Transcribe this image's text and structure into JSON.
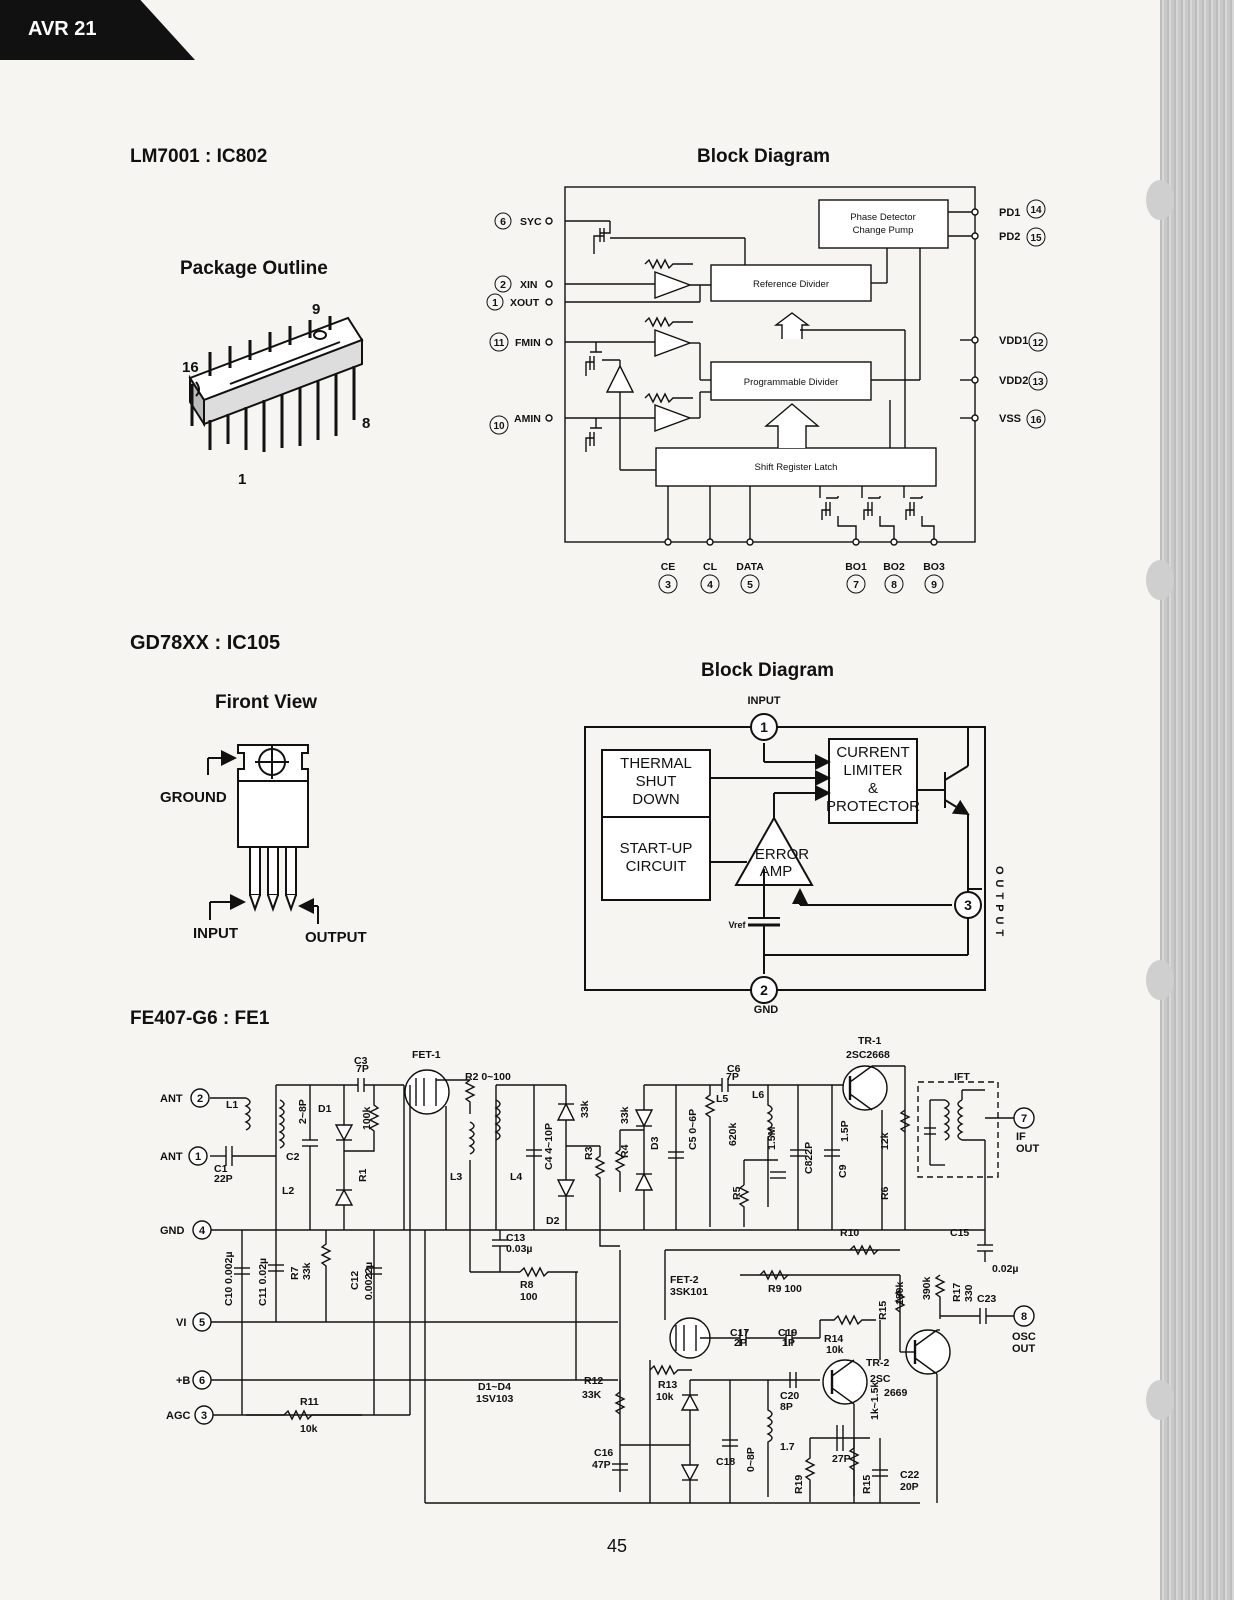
{
  "header": {
    "tab_label": "AVR 21"
  },
  "lm7001": {
    "title": "LM7001 : IC802",
    "block_title": "Block Diagram",
    "package_title": "Package Outline",
    "package_pins": {
      "p9": "9",
      "p16": "16",
      "p8": "8",
      "p1": "1"
    },
    "blocks": {
      "phase_detector": [
        "Phase Detector",
        "Change Pump"
      ],
      "reference_divider": "Reference Divider",
      "programmable_divider": "Programmable Divider",
      "shift_register": "Shift Register Latch"
    },
    "left_pins": [
      {
        "num": "6",
        "name": "SYC"
      },
      {
        "num": "2",
        "name": "XIN"
      },
      {
        "num": "1",
        "name": "XOUT"
      },
      {
        "num": "11",
        "name": "FMIN"
      },
      {
        "num": "10",
        "name": "AMIN"
      }
    ],
    "right_pins": [
      {
        "num": "14",
        "name": "PD1"
      },
      {
        "num": "15",
        "name": "PD2"
      },
      {
        "num": "12",
        "name": "VDD1"
      },
      {
        "num": "13",
        "name": "VDD2"
      },
      {
        "num": "16",
        "name": "VSS"
      }
    ],
    "bottom_pins": [
      {
        "num": "3",
        "name": "CE"
      },
      {
        "num": "4",
        "name": "CL"
      },
      {
        "num": "5",
        "name": "DATA"
      },
      {
        "num": "7",
        "name": "BO1"
      },
      {
        "num": "8",
        "name": "BO2"
      },
      {
        "num": "9",
        "name": "BO3"
      }
    ]
  },
  "gd78xx": {
    "title": "GD78XX : IC105",
    "front_title": "Firont View",
    "block_title": "Block Diagram",
    "labels": {
      "ground": "GROUND",
      "input": "INPUT",
      "output": "OUTPUT"
    },
    "blocks": {
      "thermal": [
        "THERMAL",
        "SHUT",
        "DOWN"
      ],
      "startup": [
        "START-UP",
        "CIRCUIT"
      ],
      "current": [
        "CURRENT",
        "LIMITER",
        "&",
        "PROTECTOR"
      ],
      "error": [
        "ERROR",
        "AMP"
      ]
    },
    "pins": {
      "input": "INPUT",
      "in_num": "1",
      "gnd": "GND",
      "gnd_num": "2",
      "out_num": "3",
      "output_vertical": "OUTPUT",
      "vref": "Vref"
    }
  },
  "fe407": {
    "title": "FE407-G6 : FE1",
    "terminals": [
      {
        "label": "ANT",
        "num": "2"
      },
      {
        "label": "ANT",
        "num": "1"
      },
      {
        "label": "GND",
        "num": "4"
      },
      {
        "label": "VI",
        "num": "5"
      },
      {
        "label": "+B",
        "num": "6"
      },
      {
        "label": "AGC",
        "num": "3"
      }
    ],
    "right_terminals": [
      {
        "label": [
          "IF",
          "OUT"
        ],
        "num": "7"
      },
      {
        "label": [
          "OSC",
          "OUT"
        ],
        "num": "8"
      }
    ],
    "components": [
      {
        "t": "L1"
      },
      {
        "t": "C1"
      },
      {
        "t": "22P"
      },
      {
        "t": "L2"
      },
      {
        "t": "C2"
      },
      {
        "t": "2~8P"
      },
      {
        "t": "C3"
      },
      {
        "t": "7P"
      },
      {
        "t": "D1"
      },
      {
        "t": "100k"
      },
      {
        "t": "R1"
      },
      {
        "t": "FET-1"
      },
      {
        "t": "R2 0~100"
      },
      {
        "t": "L3"
      },
      {
        "t": "L4"
      },
      {
        "t": "C4 4~10P"
      },
      {
        "t": "R3"
      },
      {
        "t": "33k"
      },
      {
        "t": "D2"
      },
      {
        "t": "C13"
      },
      {
        "t": "0.03µ"
      },
      {
        "t": "R8"
      },
      {
        "t": "100"
      },
      {
        "t": "R4"
      },
      {
        "t": "33k"
      },
      {
        "t": "D3"
      },
      {
        "t": "C5 0~6P"
      },
      {
        "t": "C6"
      },
      {
        "t": "7P"
      },
      {
        "t": "L5"
      },
      {
        "t": "L6"
      },
      {
        "t": "620k"
      },
      {
        "t": "1.5M"
      },
      {
        "t": "R5"
      },
      {
        "t": "C822P"
      },
      {
        "t": "C9"
      },
      {
        "t": "1.5P"
      },
      {
        "t": "TR-1"
      },
      {
        "t": "2SC2668"
      },
      {
        "t": "12k"
      },
      {
        "t": "R6"
      },
      {
        "t": "IFT"
      },
      {
        "t": "R10"
      },
      {
        "t": "C15"
      },
      {
        "t": "0.02µ"
      },
      {
        "t": "FET-2"
      },
      {
        "t": "3SK101"
      },
      {
        "t": "R9 100"
      },
      {
        "t": "R15"
      },
      {
        "t": "180k"
      },
      {
        "t": "390k"
      },
      {
        "t": "R17"
      },
      {
        "t": "330"
      },
      {
        "t": "C23"
      },
      {
        "t": "C17"
      },
      {
        "t": "2P"
      },
      {
        "t": "C19"
      },
      {
        "t": "1P"
      },
      {
        "t": "R14"
      },
      {
        "t": "10k"
      },
      {
        "t": "TR-2"
      },
      {
        "t": "2SC"
      },
      {
        "t": "2669"
      },
      {
        "t": "C20"
      },
      {
        "t": "8P"
      },
      {
        "t": "R13"
      },
      {
        "t": "10k"
      },
      {
        "t": "D1~D4"
      },
      {
        "t": "1SV103"
      },
      {
        "t": "R12"
      },
      {
        "t": "33K"
      },
      {
        "t": "R11"
      },
      {
        "t": "10k"
      },
      {
        "t": "C10 0.002µ"
      },
      {
        "t": "C11 0.02µ"
      },
      {
        "t": "R7"
      },
      {
        "t": "33k"
      },
      {
        "t": "C12"
      },
      {
        "t": "0.0022µ"
      },
      {
        "t": "C16"
      },
      {
        "t": "47P"
      },
      {
        "t": "C18"
      },
      {
        "t": "0~8P"
      },
      {
        "t": "1.7"
      },
      {
        "t": "R19"
      },
      {
        "t": "27P"
      },
      {
        "t": "R15"
      },
      {
        "t": "1k~1.5k"
      },
      {
        "t": "C22"
      },
      {
        "t": "20P"
      }
    ]
  },
  "footer": {
    "page_number": "45"
  }
}
